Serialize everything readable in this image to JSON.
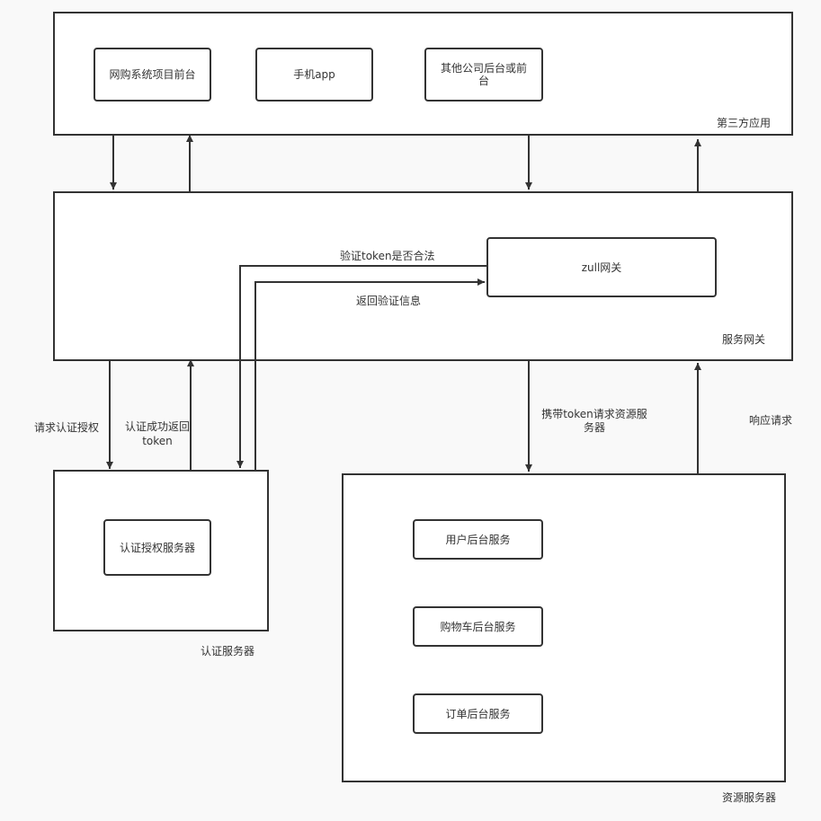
{
  "containers": {
    "third_party": "第三方应用",
    "gateway": "服务网关",
    "auth": "认证服务器",
    "resource": "资源服务器"
  },
  "nodes": {
    "web_frontend": "网购系统项目前台",
    "mobile_app": "手机app",
    "other_company": "其他公司后台或前台",
    "zull": "zull网关",
    "auth_server": "认证授权服务器",
    "user_service": "用户后台服务",
    "cart_service": "购物车后台服务",
    "order_service": "订单后台服务"
  },
  "edge_labels": {
    "verify_token": "验证token是否合法",
    "return_verify": "返回验证信息",
    "request_auth": "请求认证授权",
    "auth_success_line1": "认证成功返回",
    "auth_success_line2": "token",
    "carry_token_line1": "携带token请求资源服",
    "carry_token_line2": "务器",
    "respond": "响应请求"
  },
  "colors": {
    "stroke": "#333333",
    "background": "#f9f9f9",
    "box_fill": "#ffffff"
  }
}
